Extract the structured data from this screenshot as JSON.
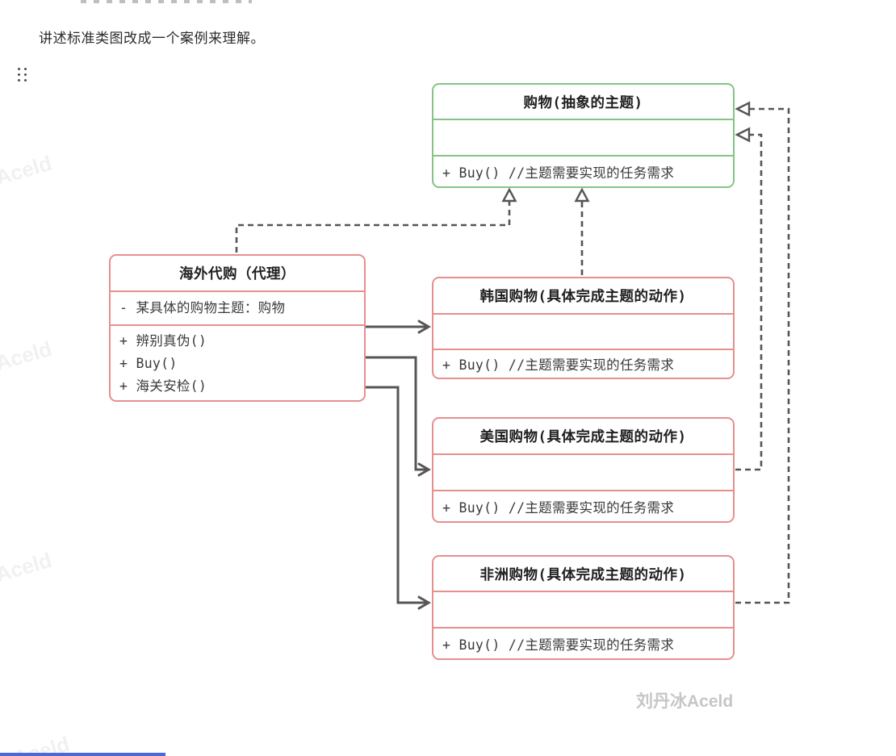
{
  "page": {
    "intro_text": "讲述标准类图改成一个案例来理解。",
    "signature_watermark": "刘丹冰Aceld",
    "tile_watermark": "Aceld"
  },
  "colors": {
    "abstract_border": "#84c584",
    "concrete_border": "#e68f8f",
    "connector": "#555555",
    "signature": "#c6c6c6",
    "bottom_line": "#4a68d8"
  },
  "diagram": {
    "classes": {
      "abstract_subject": {
        "title": "购物(抽象的主题)",
        "attributes": [],
        "methods": [
          "+ Buy() //主题需要实现的任务需求"
        ]
      },
      "proxy": {
        "title": "海外代购（代理）",
        "attributes": [
          "- 某具体的购物主题：购物"
        ],
        "methods": [
          "+ 辨别真伪()",
          "+ Buy()",
          "+ 海关安检()"
        ]
      },
      "korea": {
        "title": "韩国购物(具体完成主题的动作)",
        "attributes": [],
        "methods": [
          "+ Buy() //主题需要实现的任务需求"
        ]
      },
      "usa": {
        "title": "美国购物(具体完成主题的动作)",
        "attributes": [],
        "methods": [
          "+ Buy() //主题需要实现的任务需求"
        ]
      },
      "africa": {
        "title": "非洲购物(具体完成主题的动作)",
        "attributes": [],
        "methods": [
          "+ Buy() //主题需要实现的任务需求"
        ]
      }
    },
    "relations": [
      "proxy ..|> abstract_subject",
      "korea ..|> abstract_subject",
      "usa ..|> abstract_subject",
      "africa ..|> abstract_subject",
      "proxy --> korea",
      "proxy --> usa",
      "proxy --> africa"
    ]
  }
}
